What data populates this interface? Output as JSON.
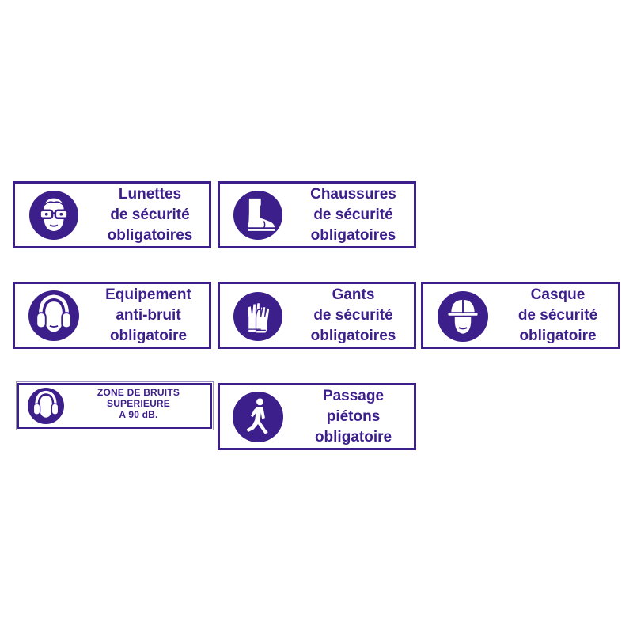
{
  "colors": {
    "sign_blue": "#3d1f8c",
    "background": "#ffffff"
  },
  "signs": [
    {
      "icon": "safety-glasses-icon",
      "lines": [
        "Lunettes",
        "de sécurité",
        "obligatoires"
      ]
    },
    {
      "icon": "safety-boot-icon",
      "lines": [
        "Chaussures",
        "de sécurité",
        "obligatoires"
      ]
    },
    {
      "icon": "ear-protection-icon",
      "lines": [
        "Equipement",
        "anti-bruit",
        "obligatoire"
      ]
    },
    {
      "icon": "safety-gloves-icon",
      "lines": [
        "Gants",
        "de sécurité",
        "obligatoires"
      ]
    },
    {
      "icon": "hard-hat-icon",
      "lines": [
        "Casque",
        "de sécurité",
        "obligatoire"
      ]
    },
    {
      "icon": "ear-protection-icon",
      "lines": [
        "ZONE DE BRUITS",
        "SUPERIEURE",
        "A 90 dB."
      ]
    },
    {
      "icon": "pedestrian-icon",
      "lines": [
        "Passage",
        "piétons",
        "obligatoire"
      ]
    }
  ]
}
